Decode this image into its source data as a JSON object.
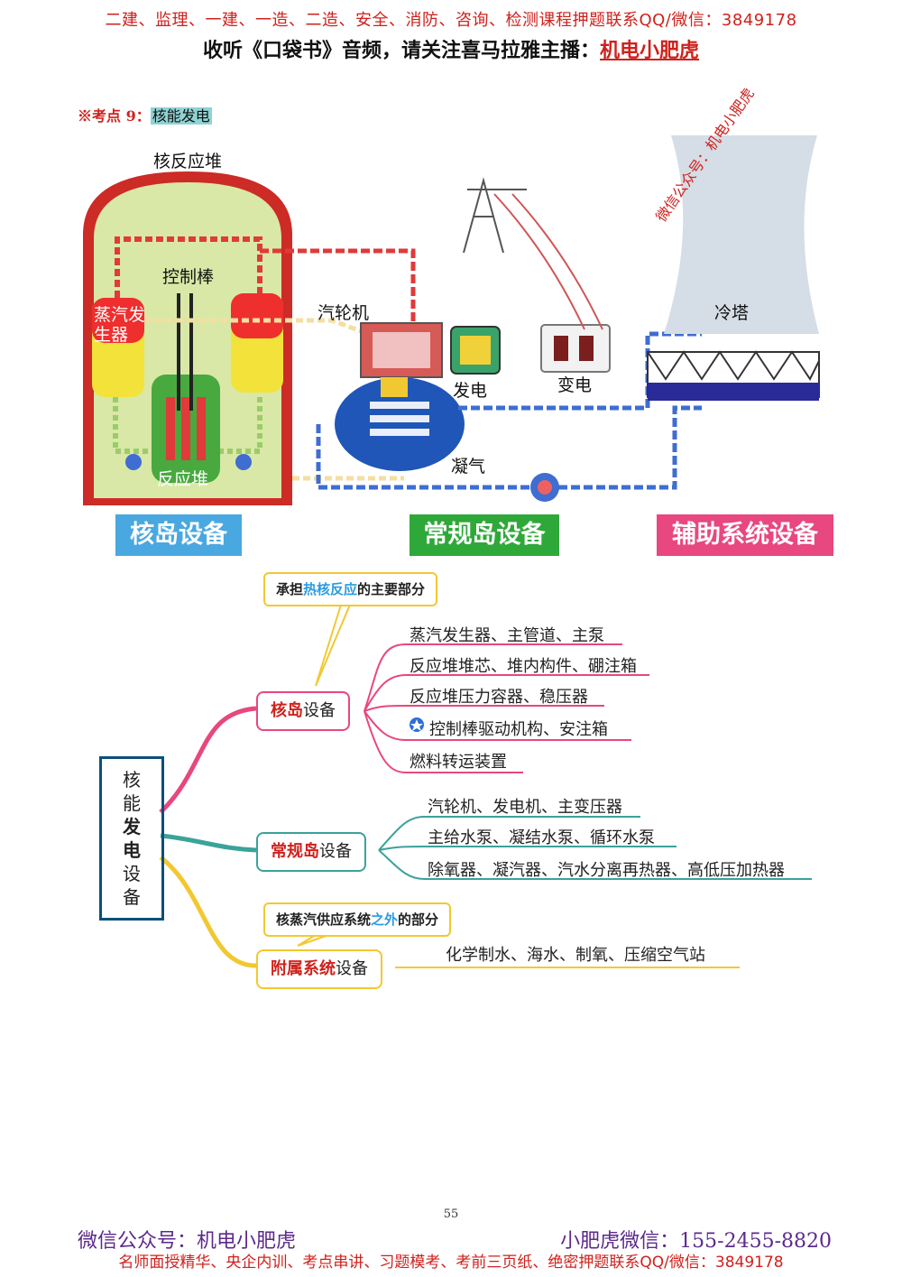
{
  "header": {
    "line1": "二建、监理、一建、一造、二造、安全、消防、咨询、检测课程押题联系QQ/微信：3849178",
    "line2_prefix": "收听《口袋书》音频，请关注喜马拉雅主播：",
    "line2_link": "机电小肥虎"
  },
  "section": {
    "marker": "※考点 9：",
    "title": "核能发电"
  },
  "diagram": {
    "labels": {
      "reactor_building": "核反应堆",
      "control_rod": "控制棒",
      "steam_generator": "蒸汽发生器",
      "reactor": "反应堆",
      "turbine": "汽轮机",
      "generator": "发电",
      "transformer": "变电",
      "condenser": "凝气",
      "cooling_tower": "冷塔",
      "watermark": "微信公众号：机电小肥虎"
    },
    "zones": [
      "核岛设备",
      "常规岛设备",
      "辅助系统设备"
    ],
    "colors": {
      "zone1": "#4aa8e0",
      "zone2": "#2fa83a",
      "zone3": "#e8477f"
    }
  },
  "mindmap": {
    "root": [
      "核",
      "能",
      "发",
      "电",
      "设",
      "备"
    ],
    "callouts": {
      "c1_a": "承担",
      "c1_b": "热核反应",
      "c1_c": "的主要部分",
      "c2_a": "核蒸汽供应系统",
      "c2_b": "之外",
      "c2_c": "的部分"
    },
    "branches": [
      {
        "bold": "核岛",
        "rest": "设备",
        "color": "#e8477f",
        "leaves": [
          "蒸汽发生器、主管道、主泵",
          "反应堆堆芯、堆内构件、硼注箱",
          "反应堆压力容器、稳压器",
          "控制棒驱动机构、安注箱",
          "燃料转运装置"
        ]
      },
      {
        "bold": "常规岛",
        "rest": "设备",
        "color": "#3aa39a",
        "leaves": [
          "汽轮机、发电机、主变压器",
          "主给水泵、凝结水泵、循环水泵",
          "除氧器、凝汽器、汽水分离再热器、高低压加热器"
        ]
      },
      {
        "bold": "附属系统",
        "rest": "设备",
        "color": "#f2c832",
        "leaves": [
          "化学制水、海水、制氧、压缩空气站"
        ]
      }
    ]
  },
  "footer": {
    "page": "55",
    "left": "微信公众号：机电小肥虎",
    "right": "小肥虎微信：155-2455-8820",
    "bottom": "名师面授精华、央企内训、考点串讲、习题模考、考前三页纸、绝密押题联系QQ/微信：3849178"
  }
}
